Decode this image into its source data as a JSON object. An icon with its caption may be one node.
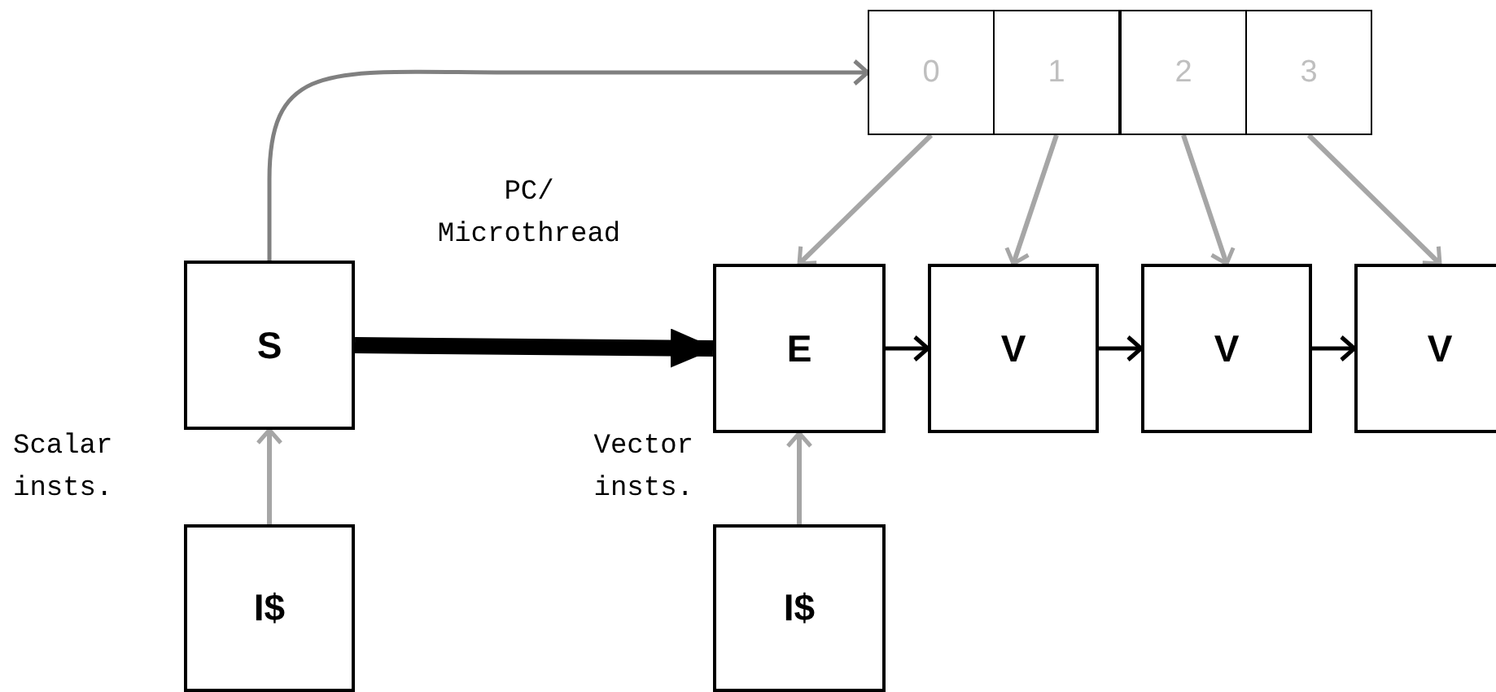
{
  "diagram": {
    "nodes": [
      {
        "text": [
          "S"
        ]
      },
      {
        "text": [
          "0"
        ]
      },
      {
        "text": [
          "1"
        ]
      },
      {
        "text": [
          "2"
        ]
      },
      {
        "text": [
          "3"
        ]
      },
      {
        "text": [
          "E"
        ]
      },
      {
        "text": [
          "V"
        ]
      },
      {
        "text": [
          "V"
        ]
      },
      {
        "text": [
          "V"
        ]
      },
      {
        "text": [
          "I$"
        ]
      },
      {
        "text": [
          "I$"
        ]
      }
    ],
    "edges": [
      {
        "from": 0,
        "to": 1,
        "arrow": "to",
        "color": "#808080"
      },
      {
        "from": 0,
        "to": 5,
        "arrow": "to",
        "label": "PC/ Microthread",
        "style": "thick",
        "color": "#000000"
      },
      {
        "from": 5,
        "to": 6,
        "arrow": "to",
        "color": "#000000"
      },
      {
        "from": 6,
        "to": 7,
        "arrow": "to",
        "color": "#000000"
      },
      {
        "from": 7,
        "to": 8,
        "arrow": "to",
        "color": "#000000"
      },
      {
        "from": 9,
        "to": 0,
        "arrow": "to"
      },
      {
        "from": 10,
        "to": 5,
        "arrow": "to"
      },
      {
        "from": 1,
        "to": 5,
        "arrow": "to"
      },
      {
        "from": 2,
        "to": 6,
        "arrow": "to"
      },
      {
        "from": 3,
        "to": 7,
        "arrow": "to"
      },
      {
        "from": 4,
        "to": 8,
        "arrow": "to"
      }
    ],
    "labels": [
      "Scalar insts.",
      "Vector insts."
    ]
  }
}
